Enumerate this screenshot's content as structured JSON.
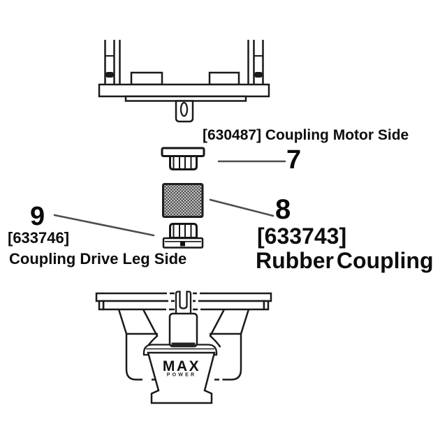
{
  "figure": {
    "background_color": "#ffffff",
    "line_color": "#1a1a1a",
    "leader_line_color": "#4d4d4d",
    "rubber_pattern_dark": "#3c3c3c",
    "rubber_pattern_light": "#d8d8d8"
  },
  "callouts": {
    "coupling_motor_side": {
      "number": "7",
      "label": "[630487] Coupling Motor Side"
    },
    "rubber_coupling": {
      "number": "8",
      "part_code": "[633743]",
      "name": "Rubber Coupling"
    },
    "coupling_drive_leg_side": {
      "number": "9",
      "part_code": "[633746]",
      "name": "Coupling Drive Leg Side"
    }
  },
  "logo": {
    "brand_line1": "MAX",
    "brand_line2": "POWER"
  }
}
